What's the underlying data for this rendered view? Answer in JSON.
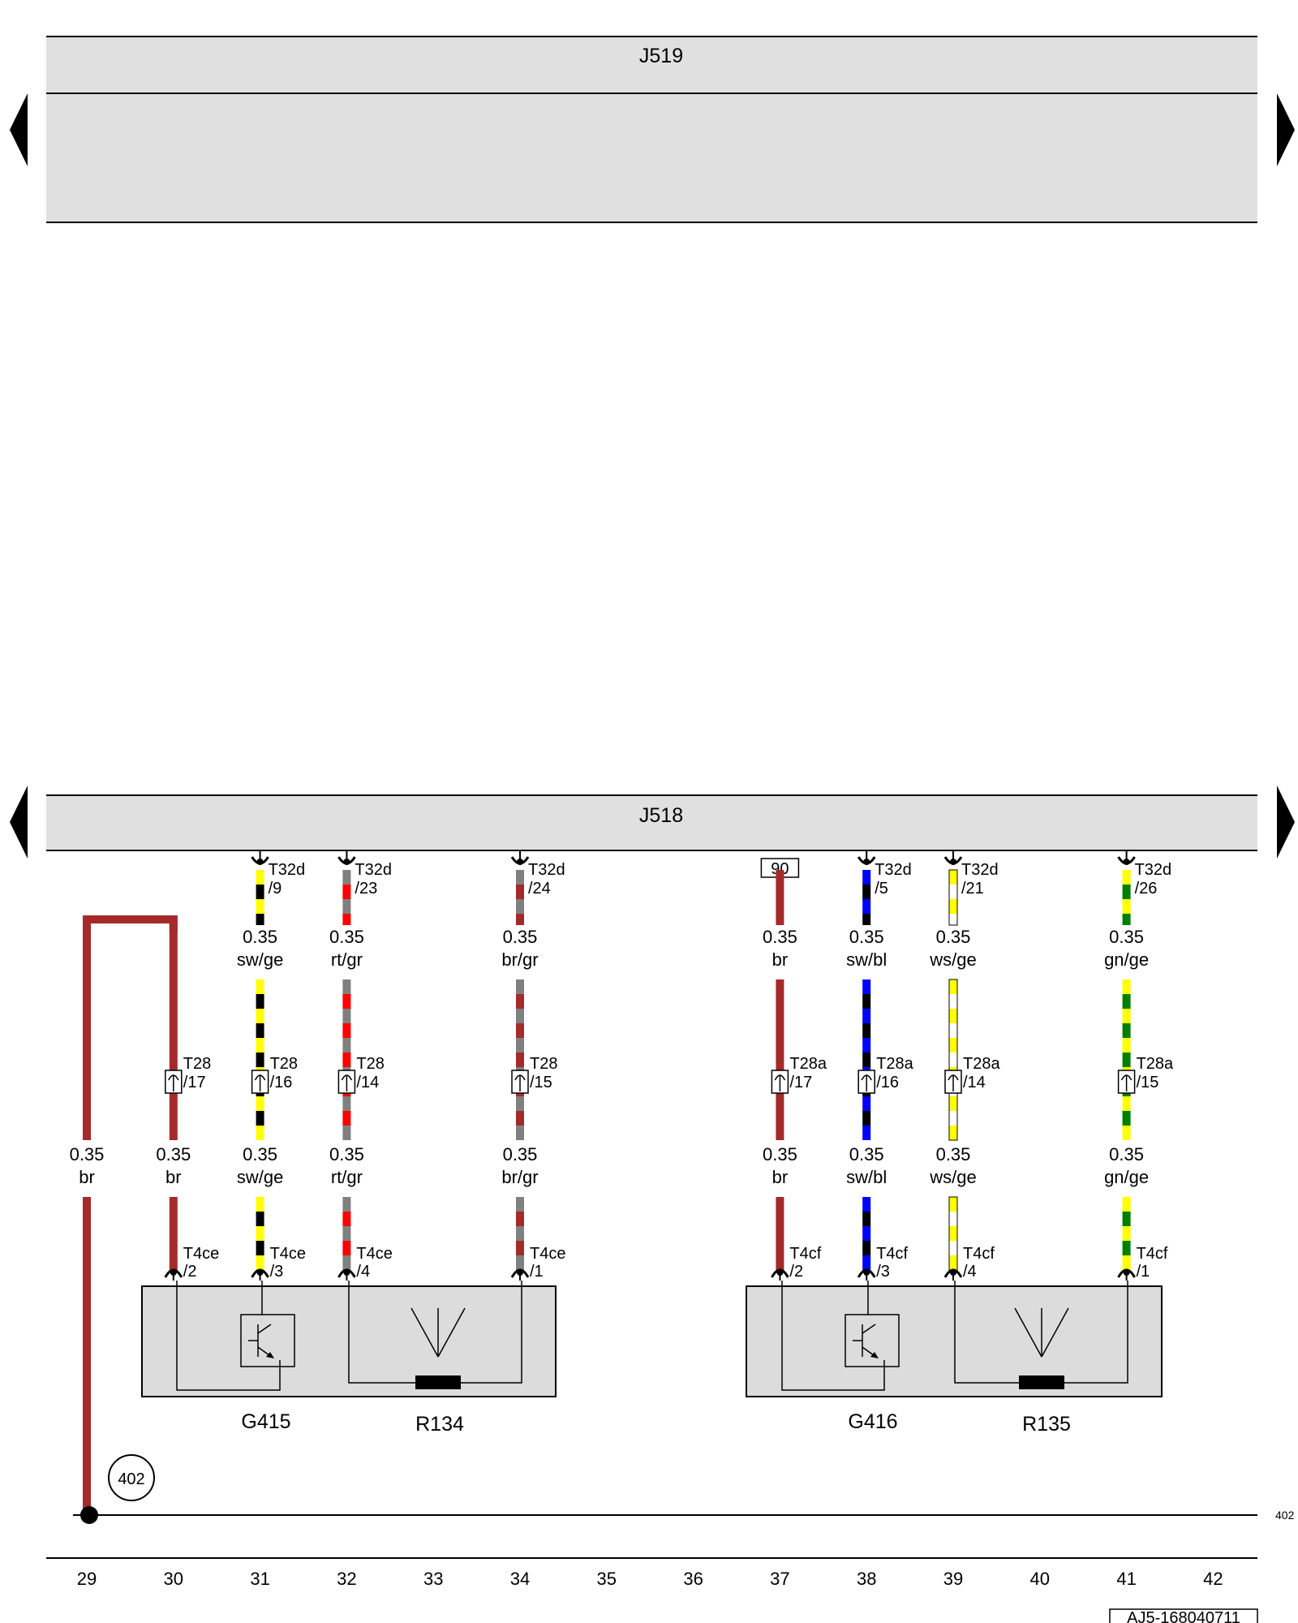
{
  "modules": {
    "top": {
      "name": "J519"
    },
    "bottom": {
      "name": "J518"
    }
  },
  "side_markers": {
    "left_top": "arrow-left",
    "right_top": "arrow-right",
    "left_bottom": "arrow-left",
    "right_bottom": "arrow-right"
  },
  "colors": {
    "br": "#a52a2a",
    "sw": "#000000",
    "ge": "#ffff00",
    "rt": "#ff0000",
    "gr": "#808080",
    "bl": "#0000ff",
    "ws": "#ffffff",
    "gn": "#008000"
  },
  "wires": [
    {
      "column": 29,
      "connector": {
        "type": "none"
      },
      "seg2": {
        "size": "0.35",
        "color": "br"
      }
    },
    {
      "column": 30,
      "connector": {
        "type": "bridge"
      },
      "mid": {
        "pin": "T28",
        "num": "/17"
      },
      "seg2": {
        "size": "0.35",
        "color": "br"
      },
      "bottom": {
        "pin": "T4ce",
        "num": "/2"
      }
    },
    {
      "column": 31,
      "connector": {
        "type": "socket",
        "pin": "T32d",
        "num": "/9"
      },
      "seg1": {
        "size": "0.35",
        "color": "sw/ge"
      },
      "mid": {
        "pin": "T28",
        "num": "/16"
      },
      "seg2": {
        "size": "0.35",
        "color": "sw/ge"
      },
      "bottom": {
        "pin": "T4ce",
        "num": "/3"
      }
    },
    {
      "column": 32,
      "connector": {
        "type": "socket",
        "pin": "T32d",
        "num": "/23"
      },
      "seg1": {
        "size": "0.35",
        "color": "rt/gr"
      },
      "mid": {
        "pin": "T28",
        "num": "/14"
      },
      "seg2": {
        "size": "0.35",
        "color": "rt/gr"
      },
      "bottom": {
        "pin": "T4ce",
        "num": "/4"
      }
    },
    {
      "column": 34,
      "connector": {
        "type": "socket",
        "pin": "T32d",
        "num": "/24"
      },
      "seg1": {
        "size": "0.35",
        "color": "br/gr"
      },
      "mid": {
        "pin": "T28",
        "num": "/15"
      },
      "seg2": {
        "size": "0.35",
        "color": "br/gr"
      },
      "bottom": {
        "pin": "T4ce",
        "num": "/1"
      }
    },
    {
      "column": 37,
      "connector": {
        "type": "box",
        "label": "90"
      },
      "seg1": {
        "size": "0.35",
        "color": "br"
      },
      "mid": {
        "pin": "T28a",
        "num": "/17"
      },
      "seg2": {
        "size": "0.35",
        "color": "br"
      },
      "bottom": {
        "pin": "T4cf",
        "num": "/2"
      }
    },
    {
      "column": 38,
      "connector": {
        "type": "socket",
        "pin": "T32d",
        "num": "/5"
      },
      "seg1": {
        "size": "0.35",
        "color": "sw/bl"
      },
      "mid": {
        "pin": "T28a",
        "num": "/16"
      },
      "seg2": {
        "size": "0.35",
        "color": "sw/bl"
      },
      "bottom": {
        "pin": "T4cf",
        "num": "/3"
      }
    },
    {
      "column": 39,
      "connector": {
        "type": "socket",
        "pin": "T32d",
        "num": "/21"
      },
      "seg1": {
        "size": "0.35",
        "color": "ws/ge"
      },
      "mid": {
        "pin": "T28a",
        "num": "/14"
      },
      "seg2": {
        "size": "0.35",
        "color": "ws/ge"
      },
      "bottom": {
        "pin": "T4cf",
        "num": "/4"
      }
    },
    {
      "column": 41,
      "connector": {
        "type": "socket",
        "pin": "T32d",
        "num": "/26"
      },
      "seg1": {
        "size": "0.35",
        "color": "gn/ge"
      },
      "mid": {
        "pin": "T28a",
        "num": "/15"
      },
      "seg2": {
        "size": "0.35",
        "color": "gn/ge"
      },
      "bottom": {
        "pin": "T4cf",
        "num": "/1"
      }
    }
  ],
  "components": [
    {
      "sensor": "G415",
      "heater": "R134"
    },
    {
      "sensor": "G416",
      "heater": "R135"
    }
  ],
  "ground": {
    "circle_label": "402",
    "ref_label": "402"
  },
  "column_numbers": [
    "29",
    "30",
    "31",
    "32",
    "33",
    "34",
    "35",
    "36",
    "37",
    "38",
    "39",
    "40",
    "41",
    "42"
  ],
  "footer": {
    "drawing_id": "AJ5-168040711"
  }
}
